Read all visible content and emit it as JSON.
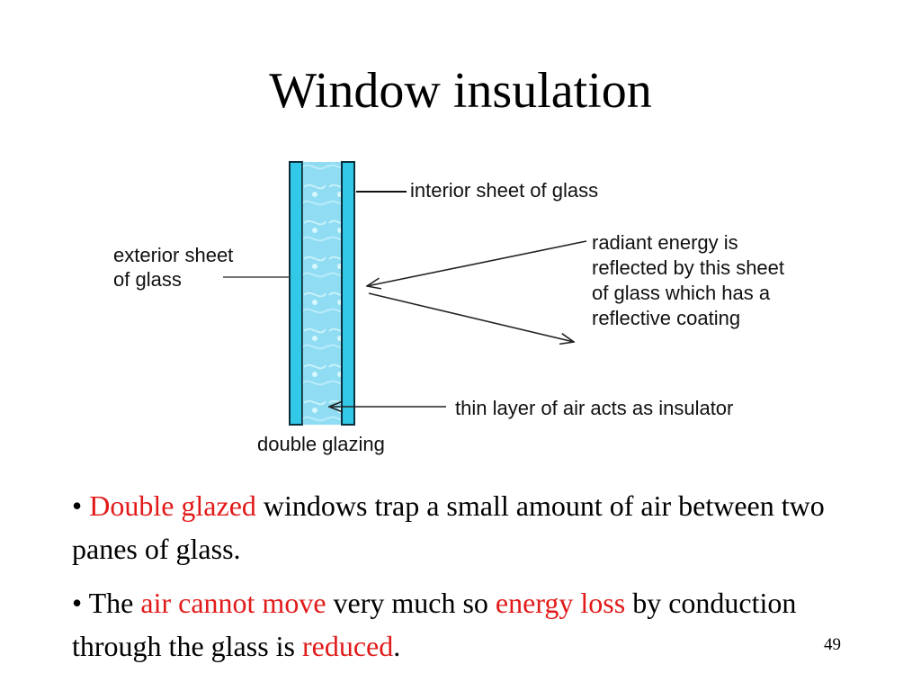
{
  "title": "Window insulation",
  "diagram": {
    "labels": {
      "interior": "interior sheet of glass",
      "exterior_1": "exterior sheet",
      "exterior_2": "of glass",
      "radiant_1": "radiant energy is",
      "radiant_2": "reflected by this sheet",
      "radiant_3": "of glass which has a",
      "radiant_4": "reflective coating",
      "air": "thin layer of air acts as insulator",
      "glazing": "double glazing"
    },
    "colors": {
      "glass": "#32c8e8",
      "air_gap": "#7fd6f0",
      "frame": "#0d2f3a"
    }
  },
  "bullets": {
    "b1": {
      "dot": "• ",
      "hl1": "Double glazed",
      "t1": " windows trap a small amount of air between two panes of glass."
    },
    "b2": {
      "dot": "• ",
      "t1": "The ",
      "hl1": "air cannot move",
      "t2": " very much so ",
      "hl2": "energy loss",
      "t3": " by conduction through the glass is ",
      "hl3": "reduced",
      "t4": "."
    }
  },
  "page_number": "49"
}
